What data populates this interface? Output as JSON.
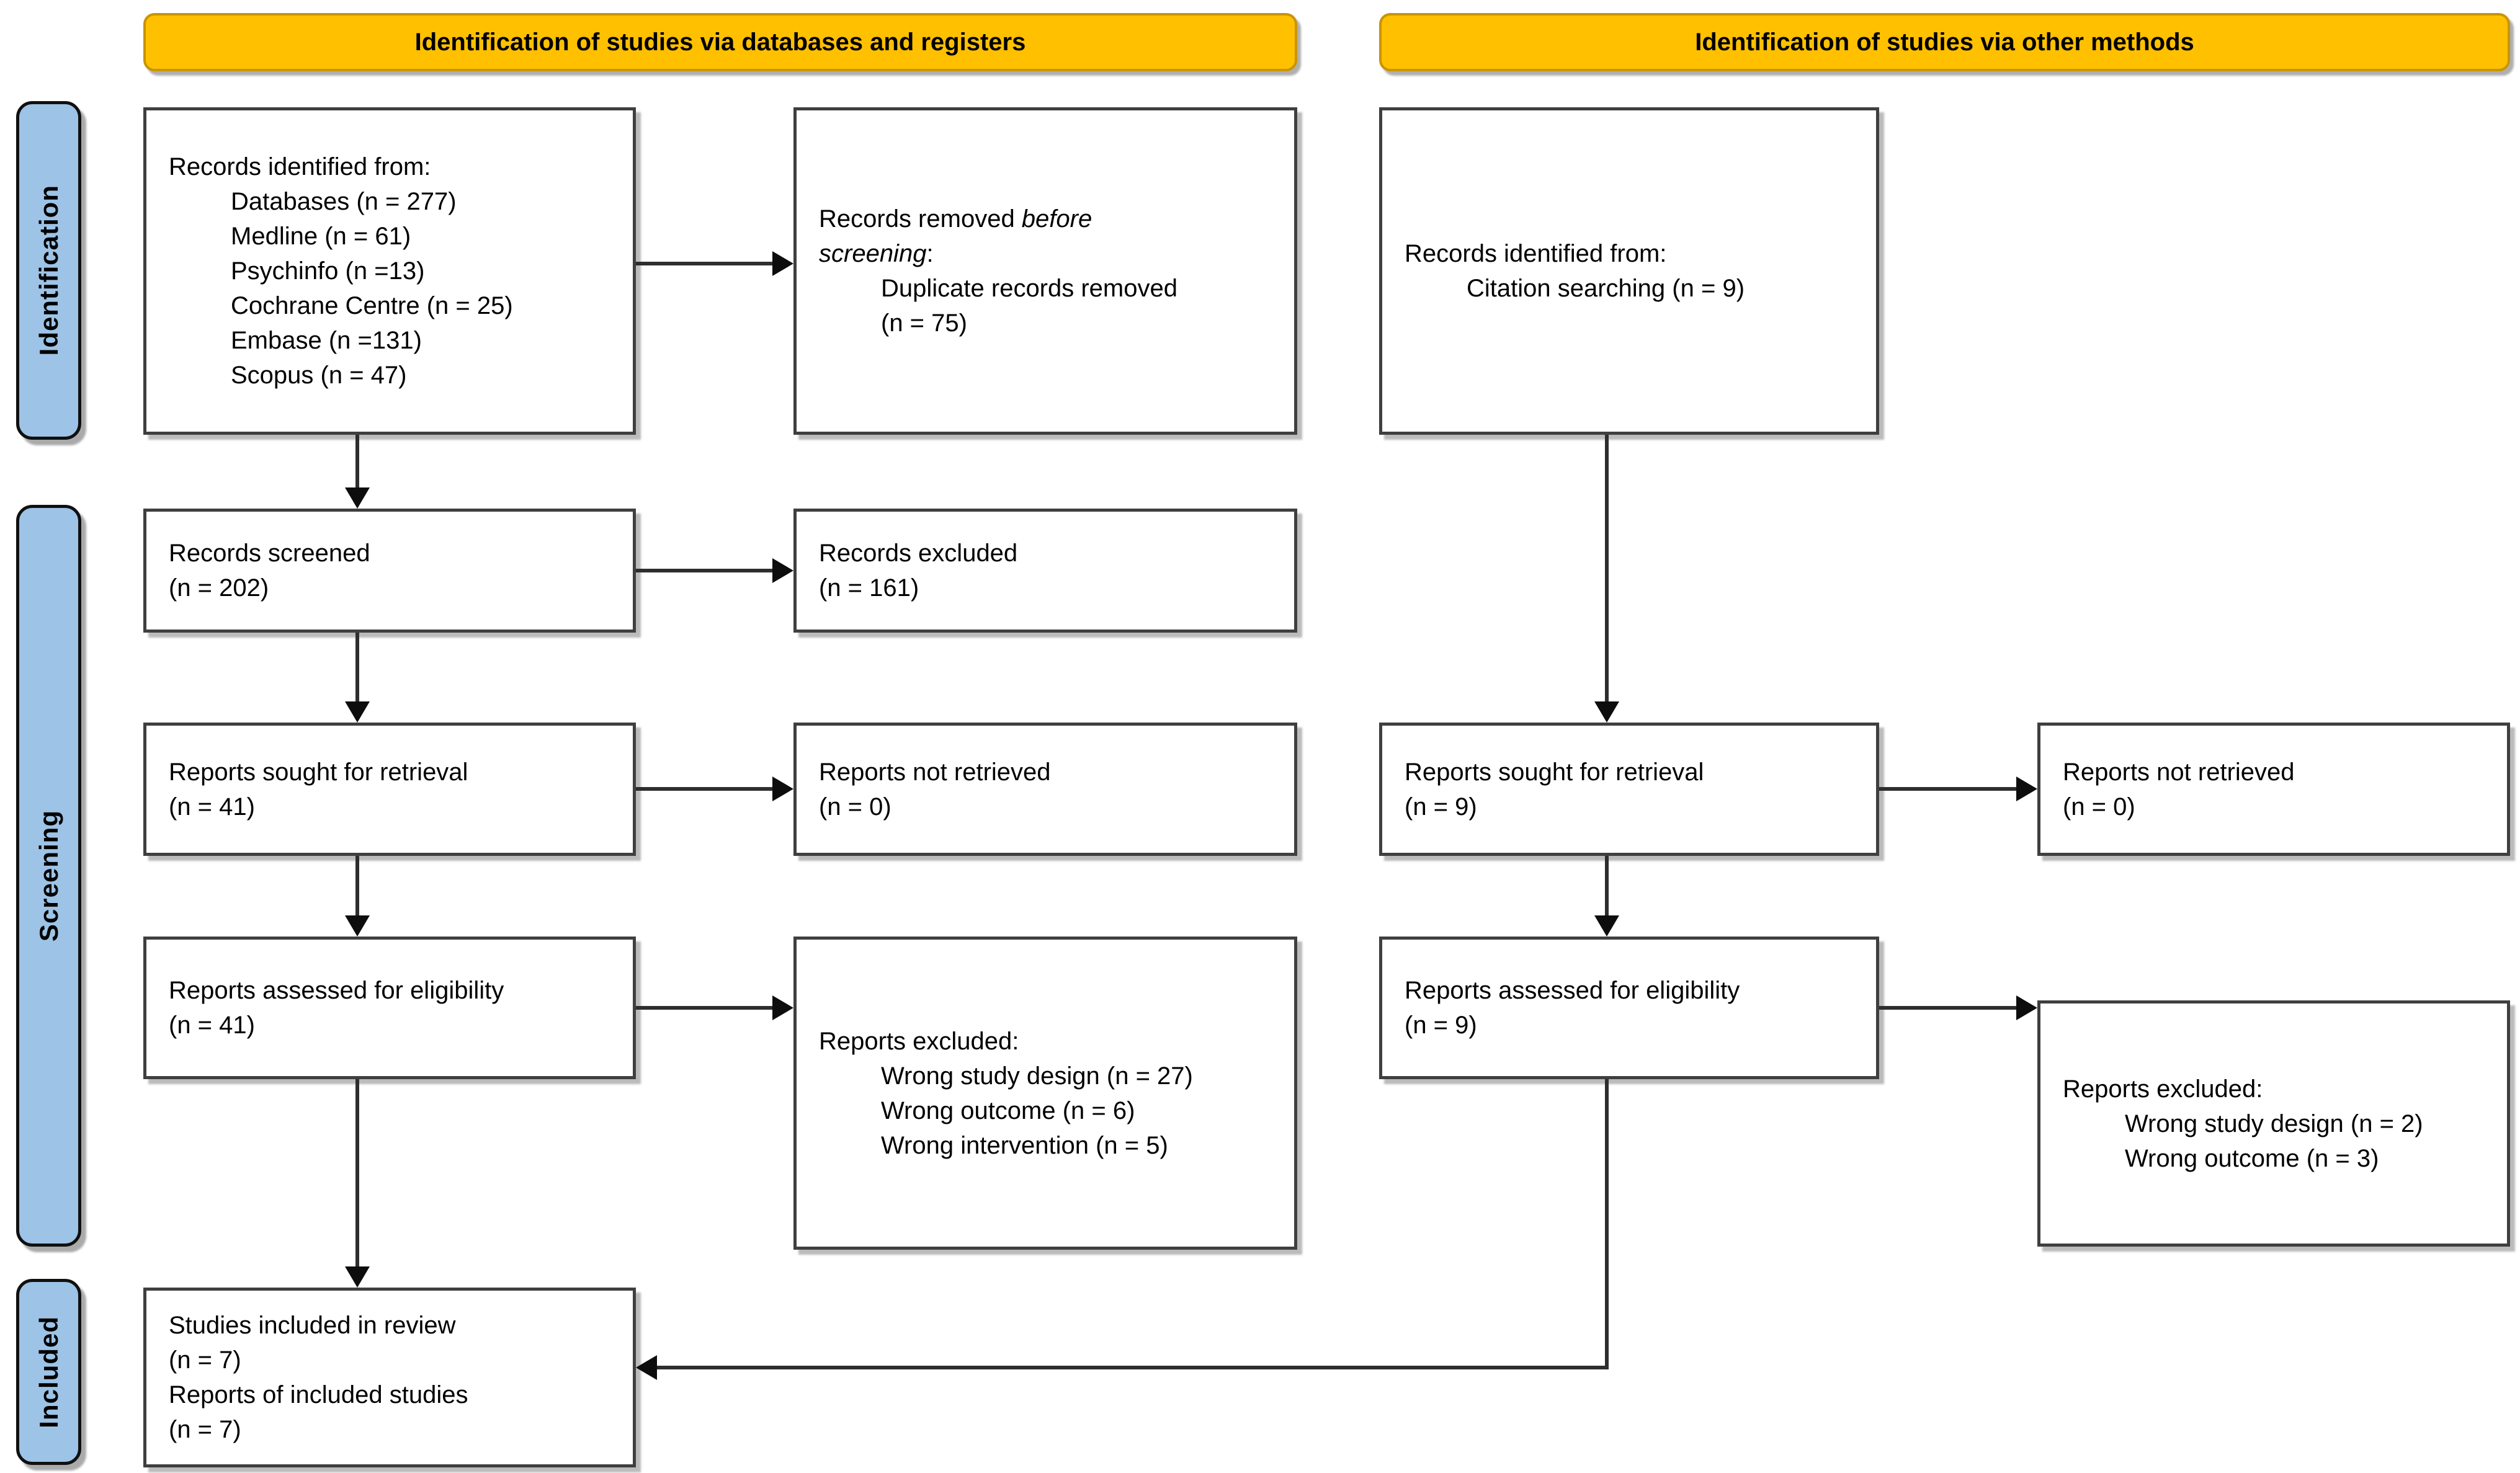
{
  "banners": {
    "left": "Identification of studies via databases and registers",
    "right": "Identification of studies via other methods"
  },
  "sidebar": {
    "identification": "Identification",
    "screening": "Screening",
    "included": "Included"
  },
  "colors": {
    "banner_fill": "#FFC000",
    "banner_border": "#C99400",
    "sidebar_fill": "#9DC3E6",
    "box_border": "#3F3F3F"
  },
  "boxes": {
    "records_identified_db": {
      "title": "Records identified from:",
      "items": [
        "Databases (n = 277)",
        "Medline (n = 61)",
        "Psychinfo (n =13)",
        "Cochrane Centre (n = 25)",
        "Embase (n =131)",
        "Scopus (n = 47)"
      ]
    },
    "records_removed": {
      "prefix": "Records removed ",
      "italic": "before screening",
      "suffix": ":",
      "items": [
        "Duplicate records removed (n = 75)"
      ]
    },
    "records_identified_citation": {
      "title": "Records identified from:",
      "items": [
        "Citation searching (n = 9)"
      ]
    },
    "records_screened": {
      "lines": [
        "Records screened",
        "(n = 202)"
      ]
    },
    "records_excluded": {
      "lines": [
        "Records excluded",
        "(n = 161)"
      ]
    },
    "reports_sought_db": {
      "lines": [
        "Reports sought for retrieval",
        "(n = 41)"
      ]
    },
    "reports_not_retrieved_db": {
      "lines": [
        "Reports not retrieved",
        "(n = 0)"
      ]
    },
    "reports_sought_other": {
      "lines": [
        "Reports sought for retrieval",
        "(n = 9)"
      ]
    },
    "reports_not_retrieved_other": {
      "lines": [
        "Reports not retrieved",
        "(n = 0)"
      ]
    },
    "reports_assessed_db": {
      "lines": [
        "Reports assessed for eligibility",
        "(n = 41)"
      ]
    },
    "reports_excluded_db": {
      "title": "Reports excluded:",
      "items": [
        "Wrong study design (n = 27)",
        "Wrong outcome (n = 6)",
        "Wrong intervention (n = 5)"
      ]
    },
    "reports_assessed_other": {
      "lines": [
        "Reports assessed for eligibility",
        "(n = 9)"
      ]
    },
    "reports_excluded_other": {
      "title": "Reports excluded:",
      "items": [
        "Wrong study design (n = 2)",
        "Wrong outcome (n = 3)"
      ]
    },
    "included_studies": {
      "lines": [
        "Studies included in review",
        "(n = 7)",
        "Reports of included studies",
        "(n = 7)"
      ]
    }
  }
}
